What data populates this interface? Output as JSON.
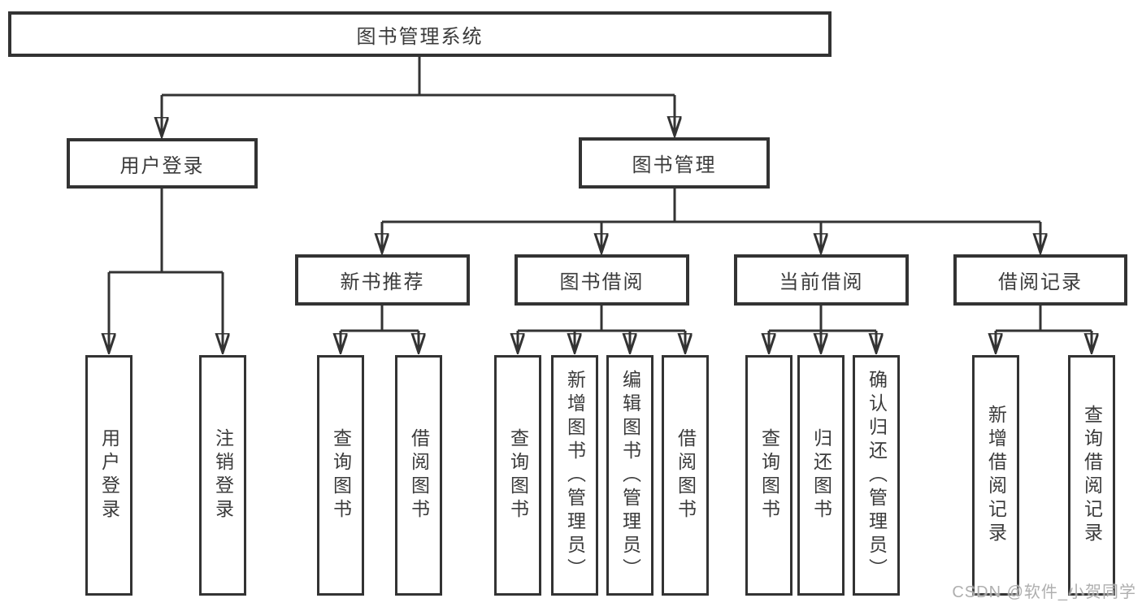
{
  "root": {
    "label": "图书管理系统"
  },
  "level2": [
    {
      "label": "用户登录",
      "children": [
        {
          "label": "用户登录"
        },
        {
          "label": "注销登录"
        }
      ]
    },
    {
      "label": "图书管理",
      "sections": [
        {
          "label": "新书推荐",
          "children": [
            {
              "label": "查询图书"
            },
            {
              "label": "借阅图书"
            }
          ]
        },
        {
          "label": "图书借阅",
          "children": [
            {
              "label": "查询图书"
            },
            {
              "label": "新增图书（管理员）"
            },
            {
              "label": "编辑图书（管理员）"
            },
            {
              "label": "借阅图书"
            }
          ]
        },
        {
          "label": "当前借阅",
          "children": [
            {
              "label": "查询图书"
            },
            {
              "label": "归还图书"
            },
            {
              "label": "确认归还（管理员）"
            }
          ]
        },
        {
          "label": "借阅记录",
          "children": [
            {
              "label": "新增借阅记录"
            },
            {
              "label": "查询借阅记录"
            }
          ]
        }
      ]
    }
  ],
  "watermark": "CSDN @软件_小贺同学",
  "colors": {
    "line": "#333333",
    "text": "#3b3b3b",
    "box_background": "#ffffff",
    "watermark": "#a8a8a8"
  }
}
